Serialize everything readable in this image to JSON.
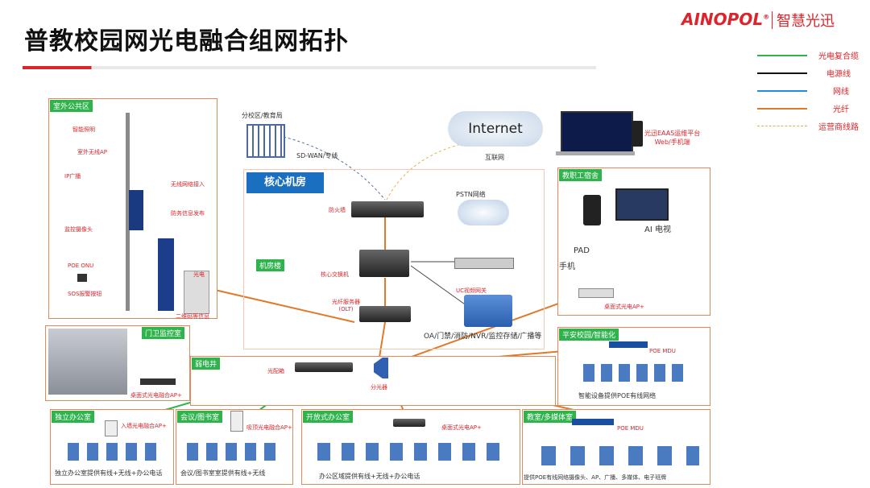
{
  "title": "普教校园网光电融合组网拓扑",
  "brand": {
    "logo": "AINOPOL",
    "reg": "®",
    "slogan": "智慧光迅"
  },
  "legend": [
    {
      "label": "光电复合缆",
      "color": "#2eb34d",
      "style": "solid"
    },
    {
      "label": "电源线",
      "color": "#111111",
      "style": "solid"
    },
    {
      "label": "网线",
      "color": "#1e8fe0",
      "style": "solid"
    },
    {
      "label": "光纤",
      "color": "#e07a2a",
      "style": "solid"
    },
    {
      "label": "运营商线路",
      "color": "#e0b050",
      "style": "dashed"
    }
  ],
  "top": {
    "branch": "分校区/教育局",
    "sdwan": "SD-WAN/专线",
    "internet": "Internet",
    "internet_sub": "互联网",
    "platform": "光迅EAAS运维平台\nWeb/手机端"
  },
  "core_room": {
    "title": "核心机房",
    "pstn": "PSTN网络",
    "firewall": "防火墙",
    "core_switch": "核心交换机",
    "olt": "光纤服务器\n(OLT)",
    "uc": "UC视频网关",
    "room_label": "机房楼",
    "servers": "OA/门禁/消防/NVR/监控存储/广播等"
  },
  "outdoor": {
    "title": "室外公共区",
    "labels": [
      "智能照明",
      "室外无线AP",
      "IP广播",
      "无线网络接入",
      "防务信息发布",
      "监控摄像头",
      "POE ONU",
      "SOS报警按钮",
      "光电",
      "二维码等信息"
    ]
  },
  "teacher": {
    "title": "教职工宿舍",
    "pad": "PAD",
    "phone": "手机",
    "ai_tv": "AI 电视",
    "ap": "桌面式光电AP+"
  },
  "guard": {
    "title": "门卫监控室",
    "ap": "桌面式光电融合AP+"
  },
  "weak_room": {
    "title": "弱电井",
    "splitter": "光配箱",
    "switch": "分光器"
  },
  "safe_campus": {
    "title": "平安校园/智能化",
    "poe": "POE MDU",
    "caption": "智能设备提供POE有线网络"
  },
  "indep_office": {
    "title": "独立办公室",
    "ap": "入墙光电融合AP+",
    "caption": "独立办公室提供有线+无线+办公电话"
  },
  "meeting": {
    "title": "会议/图书室",
    "ap": "吸顶光电融合AP+",
    "caption": "会议/图书室室提供有线+无线"
  },
  "open_office": {
    "title": "开放式办公室",
    "ap": "桌面式光电AP+",
    "caption": "办公区域提供有线+无线+办公电话"
  },
  "classroom": {
    "title": "教室/多媒体室",
    "poe": "POE MDU",
    "caption": "提供POE有线网络摄像头、AP、广播、多媒体、电子班牌"
  }
}
